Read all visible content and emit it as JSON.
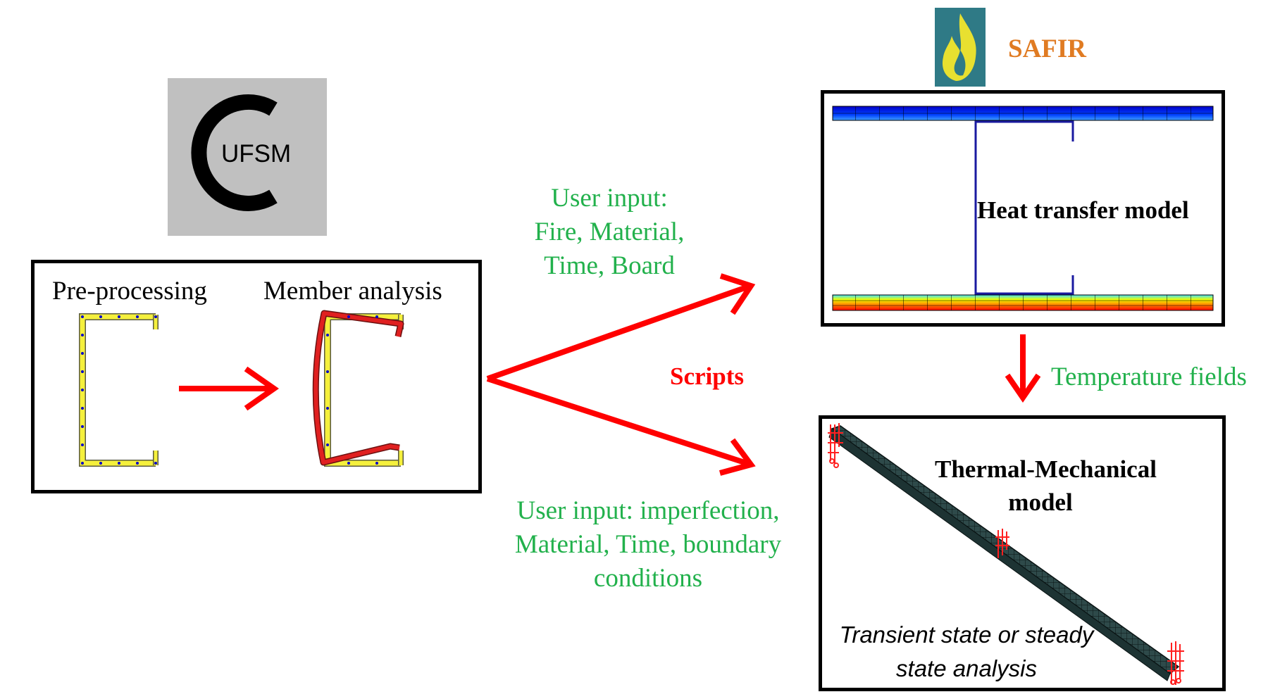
{
  "logo_ufsm": {
    "text": "UFSM",
    "bg_color": "#c0c0c0"
  },
  "logo_safir": {
    "title": "SAFIR",
    "title_color": "#e07b22",
    "icon_bg": "#2f7a86",
    "flame_color": "#e8e030"
  },
  "left_panel": {
    "pre_processing_label": "Pre-processing",
    "member_analysis_label": "Member analysis"
  },
  "center": {
    "scripts_label": "Scripts",
    "user_input_top": [
      "User input:",
      "Fire, Material,",
      "Time, Board"
    ],
    "user_input_bottom": [
      "User input: imperfection,",
      "Material, Time, boundary",
      "conditions"
    ]
  },
  "heat_panel": {
    "label": "Heat transfer model"
  },
  "temperature_label": "Temperature fields",
  "thermo_panel": {
    "label": [
      "Thermal-Mechanical",
      "model"
    ],
    "note": [
      "Transient state or steady",
      "state analysis"
    ]
  },
  "colors": {
    "arrow_red": "#ff0000",
    "text_green": "#22b14c",
    "section_yellow": "#f5f03c",
    "section_blue": "#0000cc",
    "deformed_red": "#e02020"
  }
}
